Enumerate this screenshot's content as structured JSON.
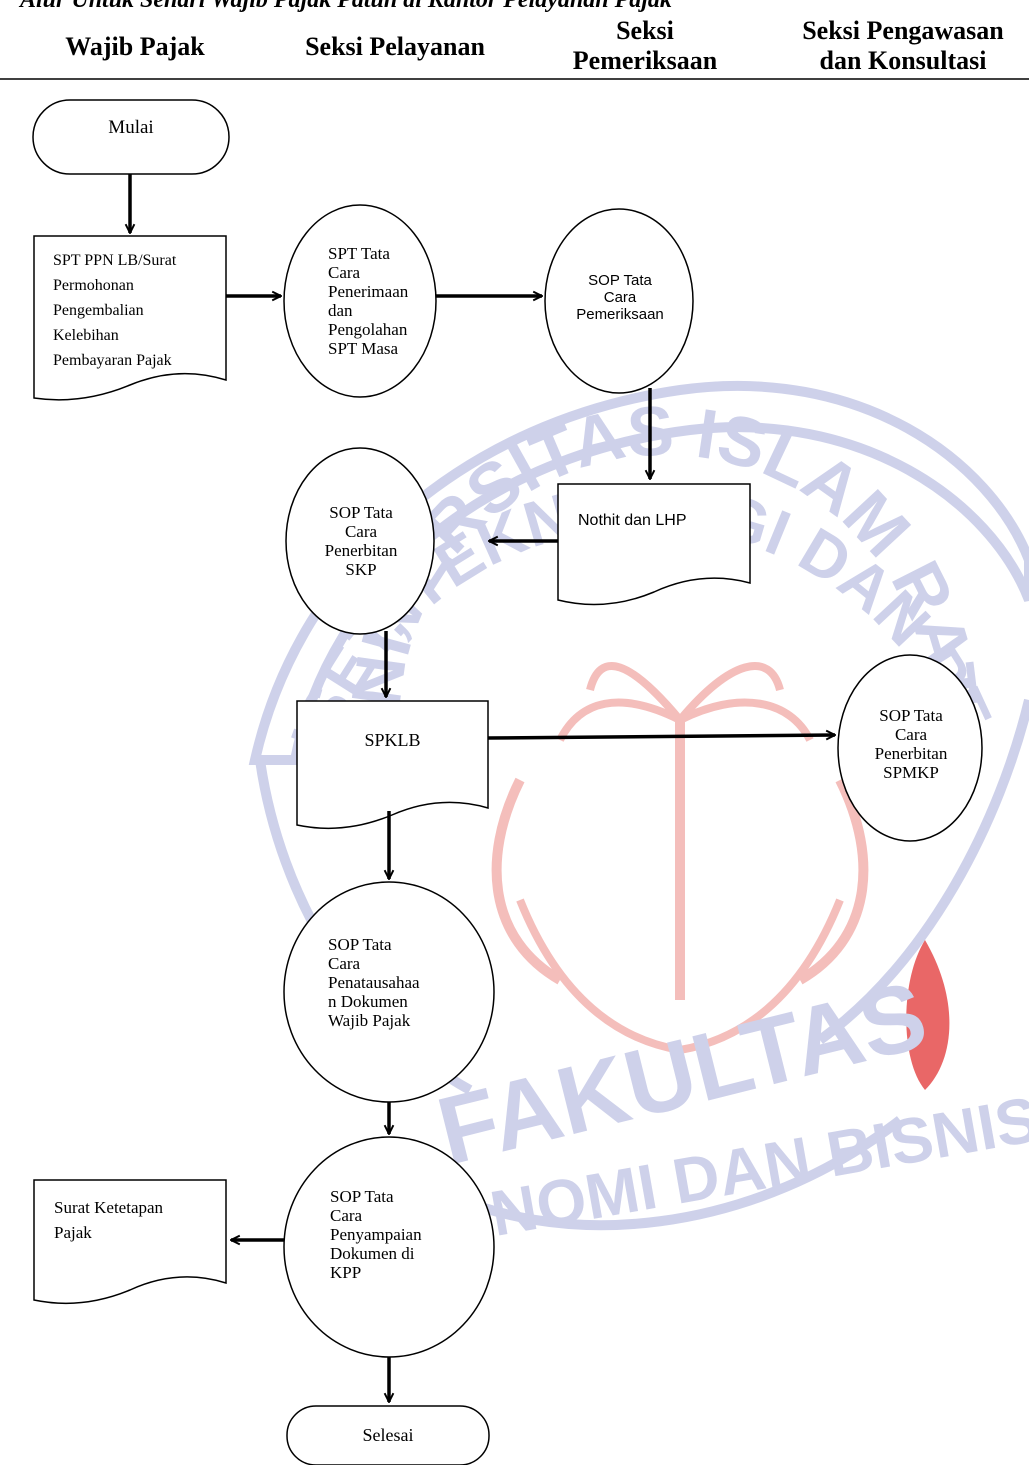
{
  "page_title_cut": "Alur Untuk Sehari Wajib Pajak Patuh di Kantor Pelayanan Pajak",
  "lanes": {
    "wajib_pajak": "Wajib Pajak",
    "seksi_pelayanan": "Seksi Pelayanan",
    "seksi_pemeriksaan": "Seksi\nPemeriksaan",
    "seksi_pengawasan": "Seksi Pengawasan\ndan Konsultasi"
  },
  "nodes": {
    "mulai": "Mulai",
    "spt_ppn": "SPT PPN LB/Surat\nPermohonan\nPengembalian\nKelebihan\nPembayaran Pajak",
    "spt_tata_cara": "SPT Tata\nCara\nPenerimaan\ndan\nPengolahan\nSPT  Masa",
    "sop_pemeriksaan": "SOP Tata Cara\nPemeriksaan",
    "nothit_lhp": "Nothit dan LHP",
    "sop_skp": "SOP Tata\nCara\nPenerbitan\nSKP",
    "spklb": "SPKLB",
    "sop_spmkp": "SOP Tata\nCara\nPenerbitan\nSPMKP",
    "sop_penatausahaan": "SOP Tata\nCara\nPenatausahaa\nn Dokumen\nWajib Pajak",
    "surat_ketetapan": "Surat Ketetapan\nPajak",
    "sop_penyampaian": "SOP Tata\nCara\nPenyampaian\nDokumen di\nKPP",
    "selesai": "Selesai"
  },
  "watermark": {
    "arc_top": "KEMENTERIAN RISET, TEKNOLOGI DAN PENDIDIKAN TINGGI",
    "arc_inner": "UNIVERSITAS ISLAM RATU",
    "fakultas": "FAKULTAS",
    "ekonomi": "EKONOMI DAN BISNIS",
    "color_primary": "#c9cde8",
    "color_accent": "#f3b7b4",
    "color_brand_red": "#e23a3a"
  },
  "colors": {
    "stroke": "#000000",
    "background": "#ffffff"
  }
}
